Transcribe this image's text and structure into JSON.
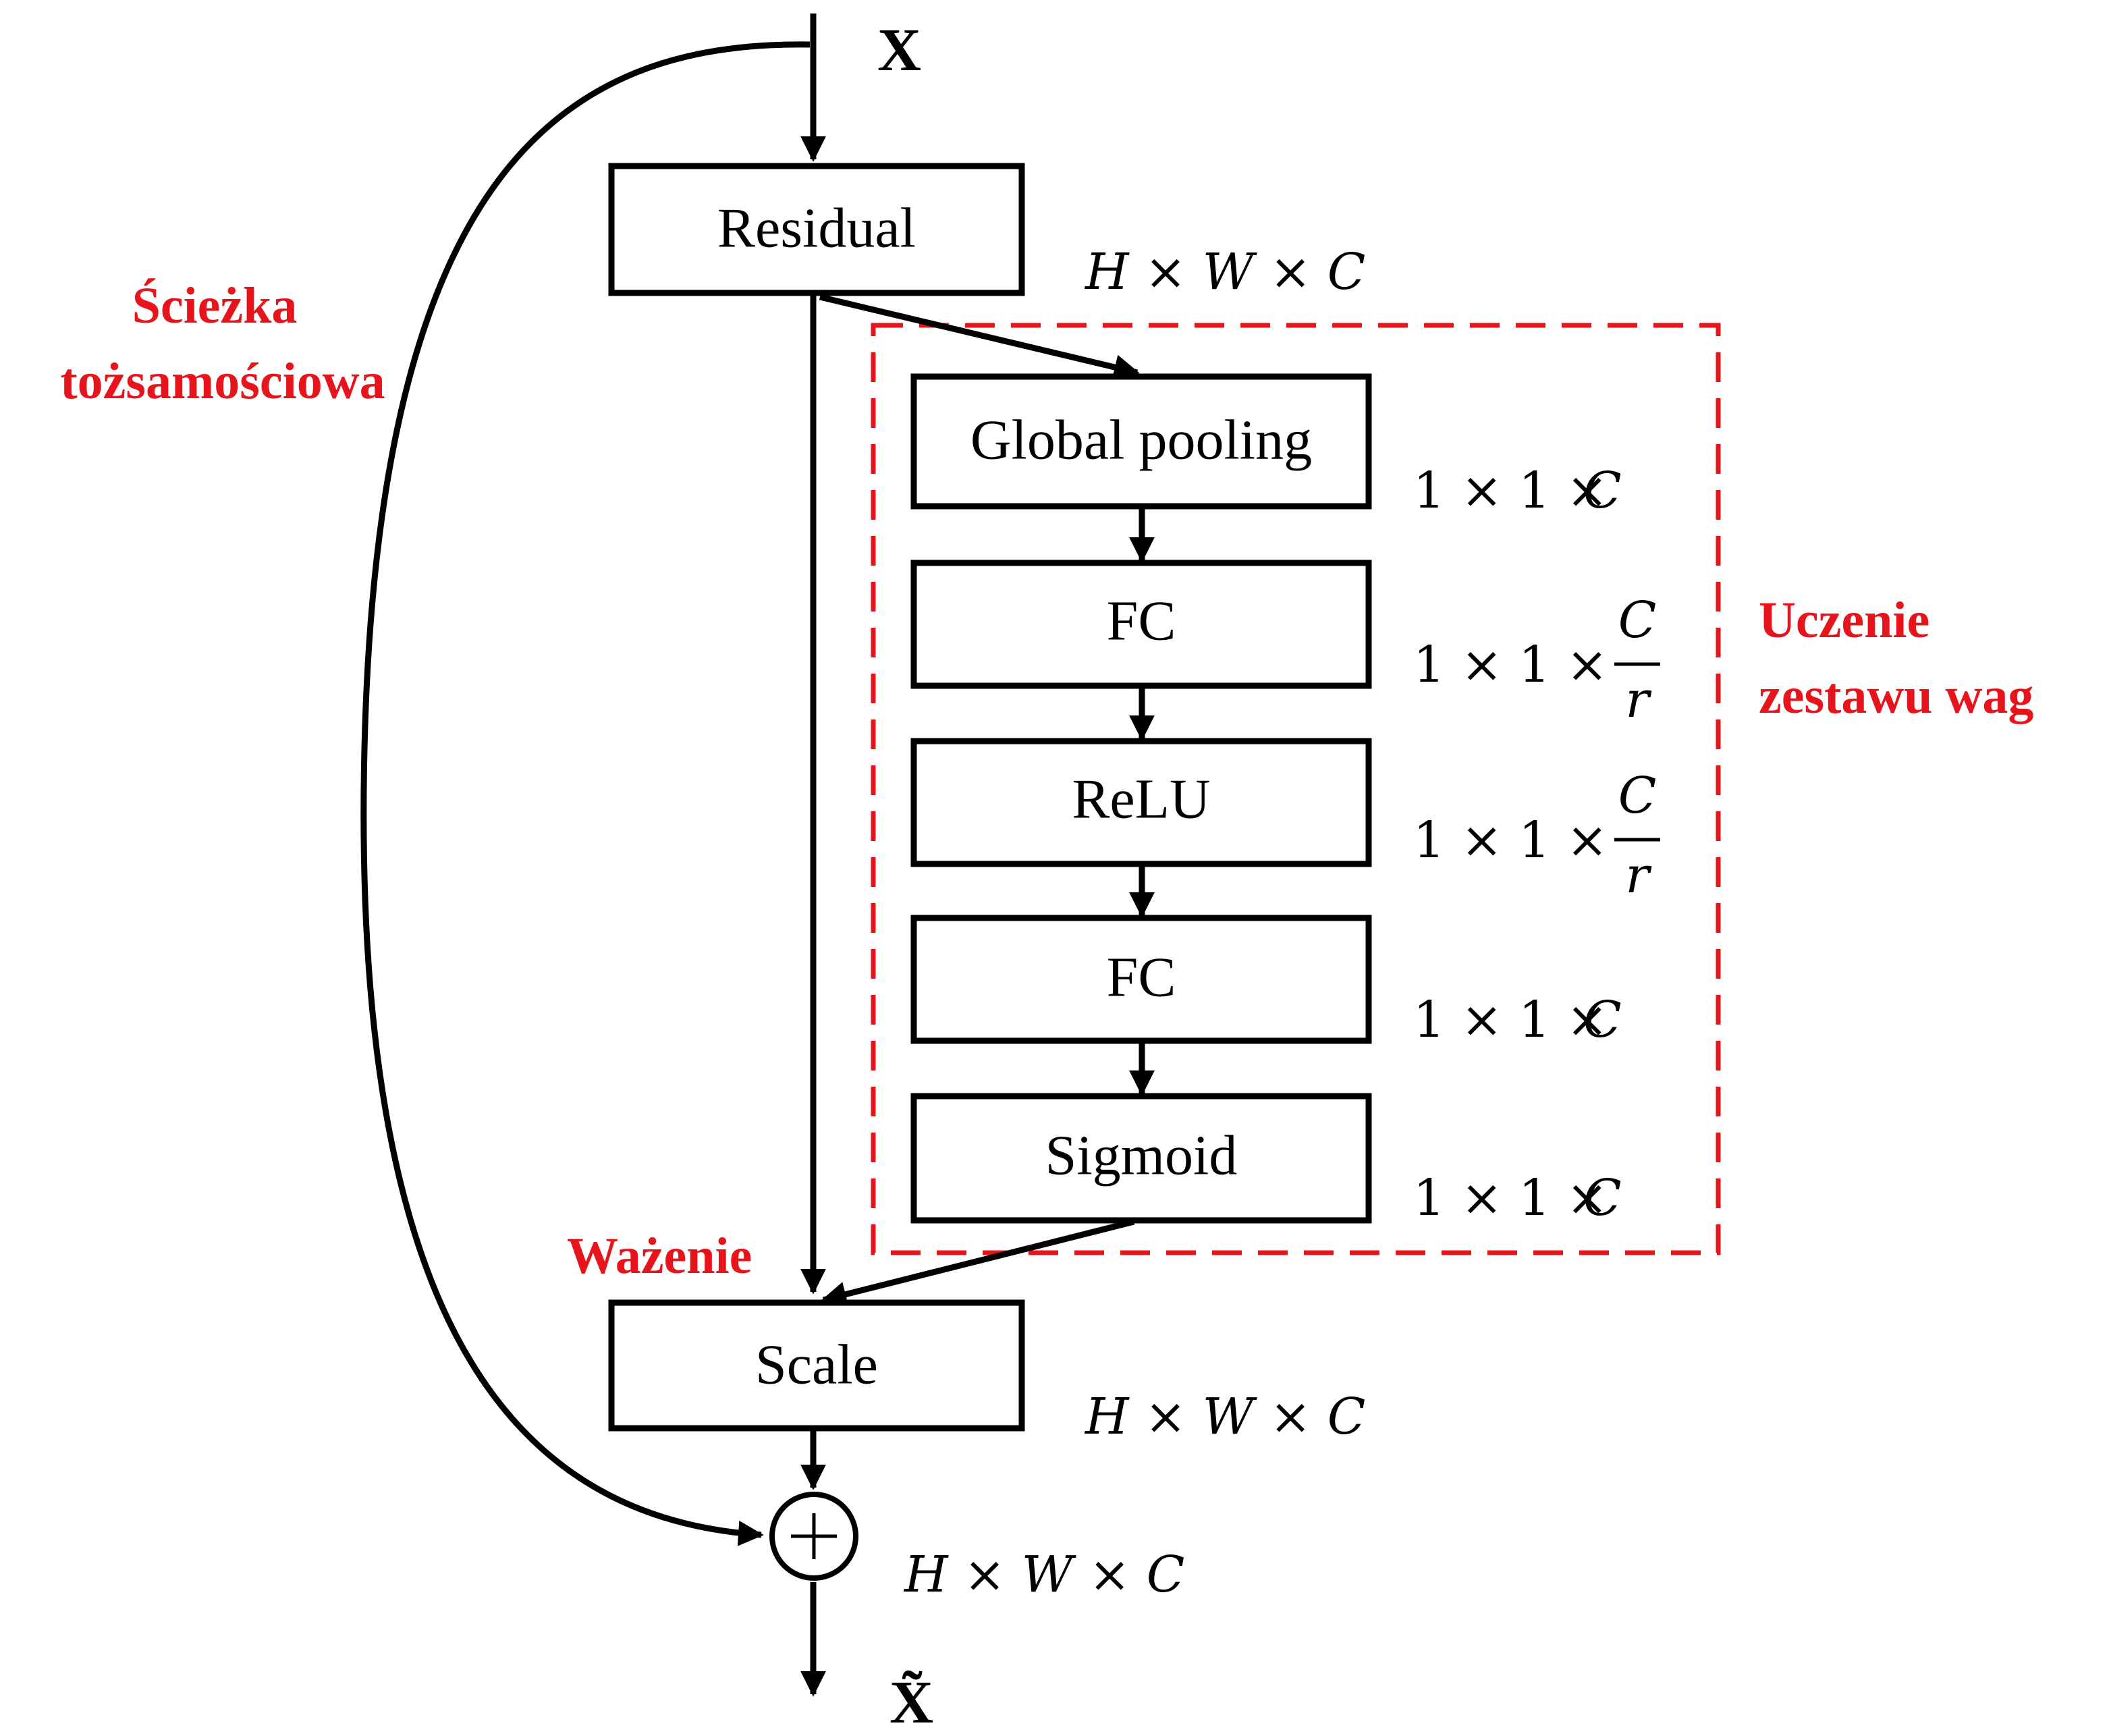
{
  "colors": {
    "line": "#000000",
    "accent": "#e8141c",
    "background": "#ffffff"
  },
  "input": {
    "label": "X"
  },
  "output": {
    "label": "X̃"
  },
  "blocks": {
    "residual": "Residual",
    "global_pooling": "Global pooling",
    "fc1": "FC",
    "relu": "ReLU",
    "fc2": "FC",
    "sigmoid": "Sigmoid",
    "scale": "Scale"
  },
  "dims": {
    "residual_out": {
      "prefix": "H × W × C"
    },
    "global_pooling": {
      "prefix": "1 × 1 × ",
      "numerator": "C"
    },
    "fc1": {
      "prefix": "1 × 1 × ",
      "numerator": "C",
      "denominator": "r"
    },
    "relu": {
      "prefix": "1 × 1 × ",
      "numerator": "C",
      "denominator": "r"
    },
    "fc2": {
      "prefix": "1 × 1 × ",
      "numerator": "C"
    },
    "sigmoid": {
      "prefix": "1 × 1 × ",
      "numerator": "C"
    },
    "scale_out": {
      "prefix": "H × W × C"
    },
    "sum_out": {
      "prefix": "H × W × C"
    }
  },
  "annotations": {
    "identity_path": [
      "Ścieżka",
      "tożsamościowa"
    ],
    "weight_learning": [
      "Uczenie",
      "zestawu wag"
    ],
    "weighting": "Ważenie"
  },
  "icons": {
    "sum": "circled-plus-icon"
  }
}
